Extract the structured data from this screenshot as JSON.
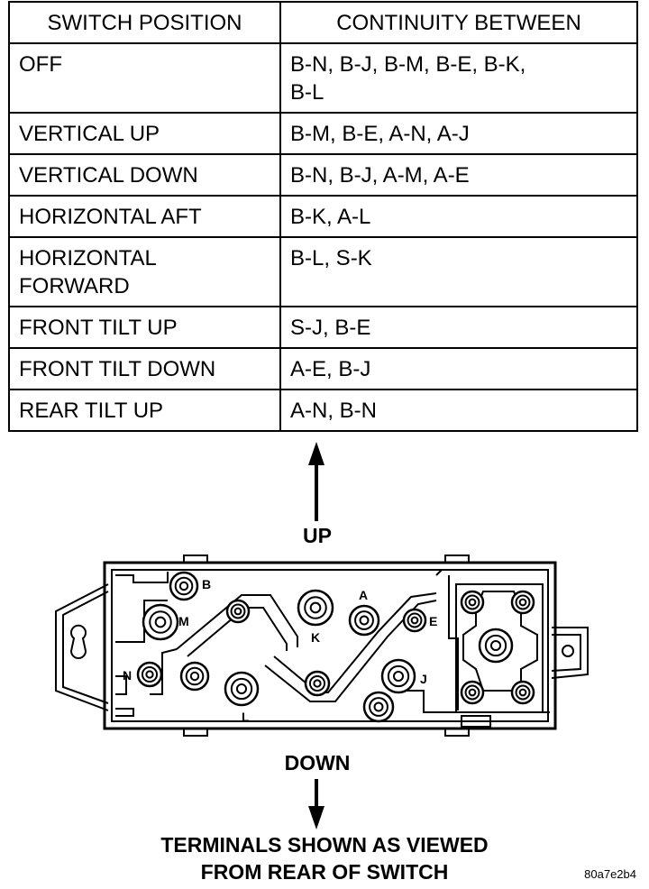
{
  "table": {
    "headers": [
      "SWITCH POSITION",
      "CONTINUITY BETWEEN"
    ],
    "rows": [
      {
        "position": [
          "OFF"
        ],
        "continuity": [
          "B-N, B-J, B-M, B-E, B-K,",
          "B-L"
        ]
      },
      {
        "position": [
          "VERTICAL UP"
        ],
        "continuity": [
          "B-M, B-E, A-N, A-J"
        ]
      },
      {
        "position": [
          "VERTICAL DOWN"
        ],
        "continuity": [
          "B-N, B-J, A-M, A-E"
        ]
      },
      {
        "position": [
          "HORIZONTAL AFT"
        ],
        "continuity": [
          "B-K, A-L"
        ]
      },
      {
        "position": [
          "HORIZONTAL",
          "FORWARD"
        ],
        "continuity": [
          "B-L, S-K"
        ]
      },
      {
        "position": [
          "FRONT TILT UP"
        ],
        "continuity": [
          "S-J, B-E"
        ]
      },
      {
        "position": [
          "FRONT TILT DOWN"
        ],
        "continuity": [
          "A-E, B-J"
        ]
      },
      {
        "position": [
          "REAR TILT UP"
        ],
        "continuity": [
          "A-N, B-N"
        ]
      }
    ]
  },
  "diagram": {
    "up_label": "UP",
    "down_label": "DOWN",
    "terminal_labels": {
      "B": "B",
      "M": "M",
      "A": "A",
      "K": "K",
      "E": "E",
      "N": "N",
      "L": "L",
      "J": "J"
    }
  },
  "caption": {
    "line1": "TERMINALS SHOWN AS VIEWED",
    "line2": "FROM REAR OF SWITCH"
  },
  "figure_id": "80a7e2b4"
}
